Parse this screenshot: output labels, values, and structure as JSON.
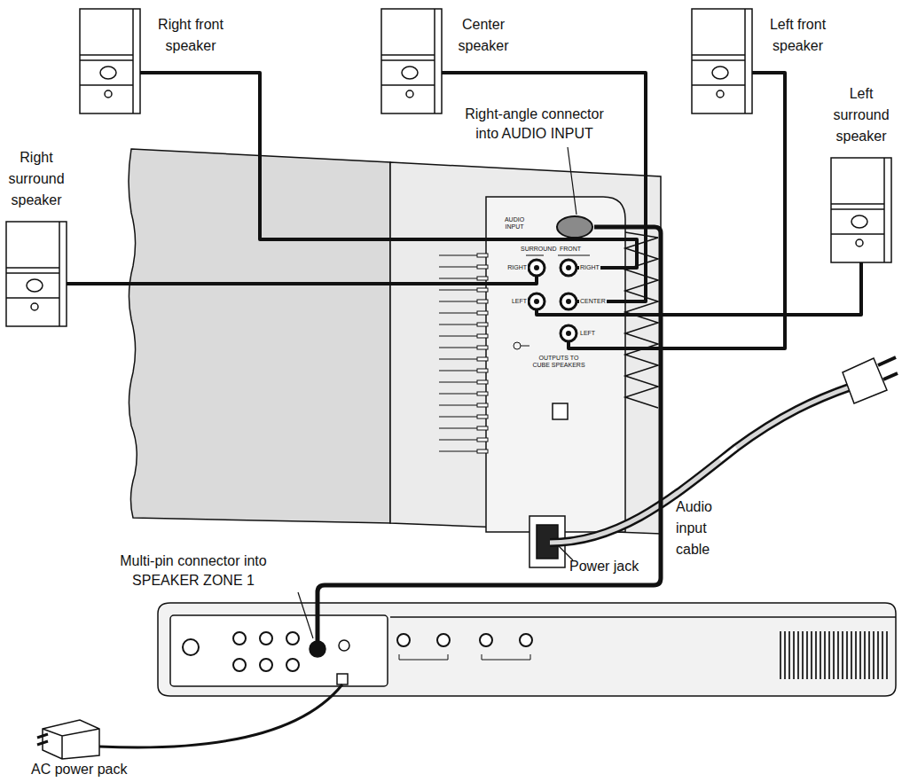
{
  "diagram": {
    "nodes": [
      {
        "text": [
          "Right front speaker"
        ]
      },
      {
        "text": [
          "Center speaker"
        ]
      },
      {
        "text": [
          "Left front speaker"
        ]
      },
      {
        "text": [
          "Left surround speaker"
        ]
      },
      {
        "text": [
          "Right surround speaker"
        ]
      },
      {
        "text": [
          "AUDIO INPUT",
          "FRONT",
          "SURROUND",
          "RIGHT",
          "LEFT",
          "RIGHT",
          "CENTER",
          "LEFT",
          "OUTPUTS TO CUBE SPEAKERS"
        ]
      },
      {
        "text": [
          "AC power pack"
        ]
      }
    ],
    "edges": [
      {
        "from": 0,
        "to": 5,
        "arrow": "none"
      },
      {
        "from": 1,
        "to": 5,
        "arrow": "none"
      },
      {
        "from": 2,
        "to": 5,
        "arrow": "none"
      },
      {
        "from": 3,
        "to": 5,
        "arrow": "none"
      },
      {
        "from": 4,
        "to": 5,
        "arrow": "none"
      }
    ],
    "labels": [
      "Right-angle connector into AUDIO INPUT",
      "Audio input cable",
      "Power jack",
      "Multi-pin connector into SPEAKER ZONE 1"
    ]
  }
}
